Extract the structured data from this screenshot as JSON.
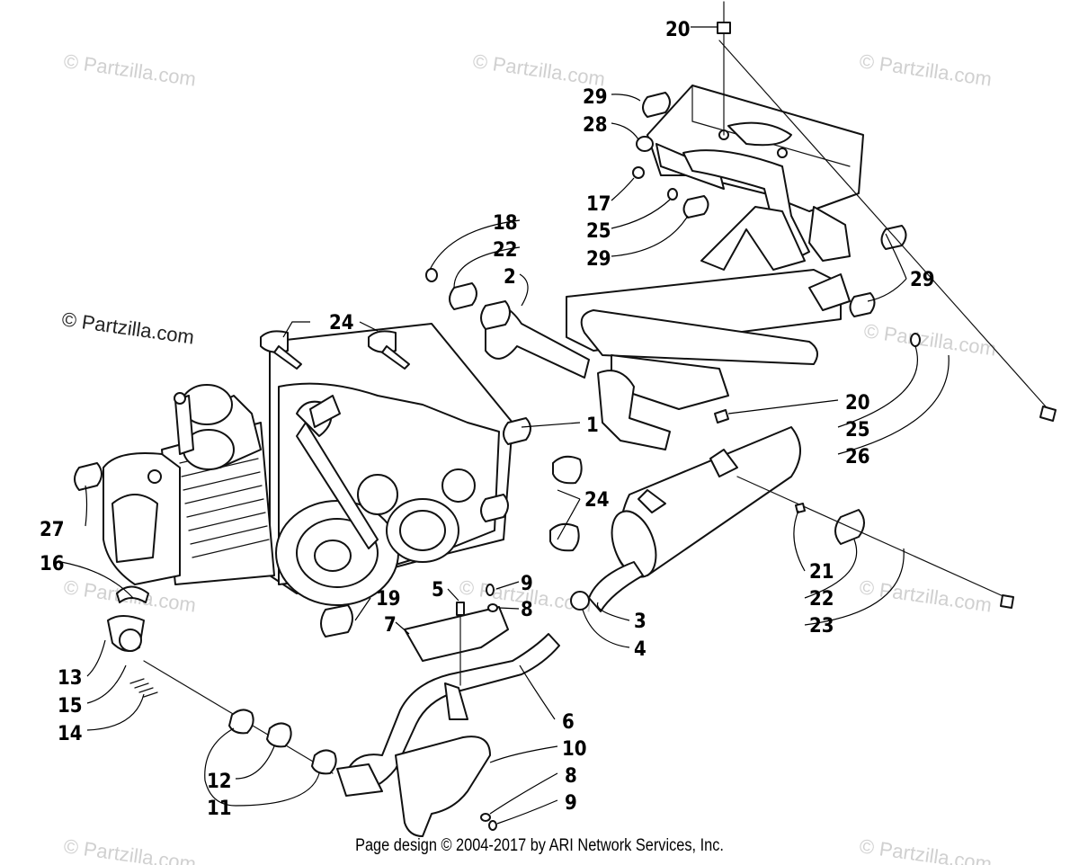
{
  "watermark": {
    "text": "© Partzilla.com"
  },
  "footer": {
    "text": "Page design © 2004-2017 by ARI Network Services, Inc."
  },
  "callouts": [
    {
      "id": "c20a",
      "label": "20"
    },
    {
      "id": "c29a",
      "label": "29"
    },
    {
      "id": "c28",
      "label": "28"
    },
    {
      "id": "c17",
      "label": "17"
    },
    {
      "id": "c25a",
      "label": "25"
    },
    {
      "id": "c29b",
      "label": "29"
    },
    {
      "id": "c18",
      "label": "18"
    },
    {
      "id": "c22a",
      "label": "22"
    },
    {
      "id": "c2",
      "label": "2"
    },
    {
      "id": "c29c",
      "label": "29"
    },
    {
      "id": "c24a",
      "label": "24"
    },
    {
      "id": "c1",
      "label": "1"
    },
    {
      "id": "c20b",
      "label": "20"
    },
    {
      "id": "c25b",
      "label": "25"
    },
    {
      "id": "c26",
      "label": "26"
    },
    {
      "id": "c24b",
      "label": "24"
    },
    {
      "id": "c27",
      "label": "27"
    },
    {
      "id": "c16",
      "label": "16"
    },
    {
      "id": "c19",
      "label": "19"
    },
    {
      "id": "c5",
      "label": "5"
    },
    {
      "id": "c9a",
      "label": "9"
    },
    {
      "id": "c8a",
      "label": "8"
    },
    {
      "id": "c7",
      "label": "7"
    },
    {
      "id": "c21",
      "label": "21"
    },
    {
      "id": "c22b",
      "label": "22"
    },
    {
      "id": "c23",
      "label": "23"
    },
    {
      "id": "c3",
      "label": "3"
    },
    {
      "id": "c4",
      "label": "4"
    },
    {
      "id": "c13",
      "label": "13"
    },
    {
      "id": "c15",
      "label": "15"
    },
    {
      "id": "c14",
      "label": "14"
    },
    {
      "id": "c6",
      "label": "6"
    },
    {
      "id": "c10",
      "label": "10"
    },
    {
      "id": "c8b",
      "label": "8"
    },
    {
      "id": "c9b",
      "label": "9"
    },
    {
      "id": "c12",
      "label": "12"
    },
    {
      "id": "c11",
      "label": "11"
    }
  ]
}
